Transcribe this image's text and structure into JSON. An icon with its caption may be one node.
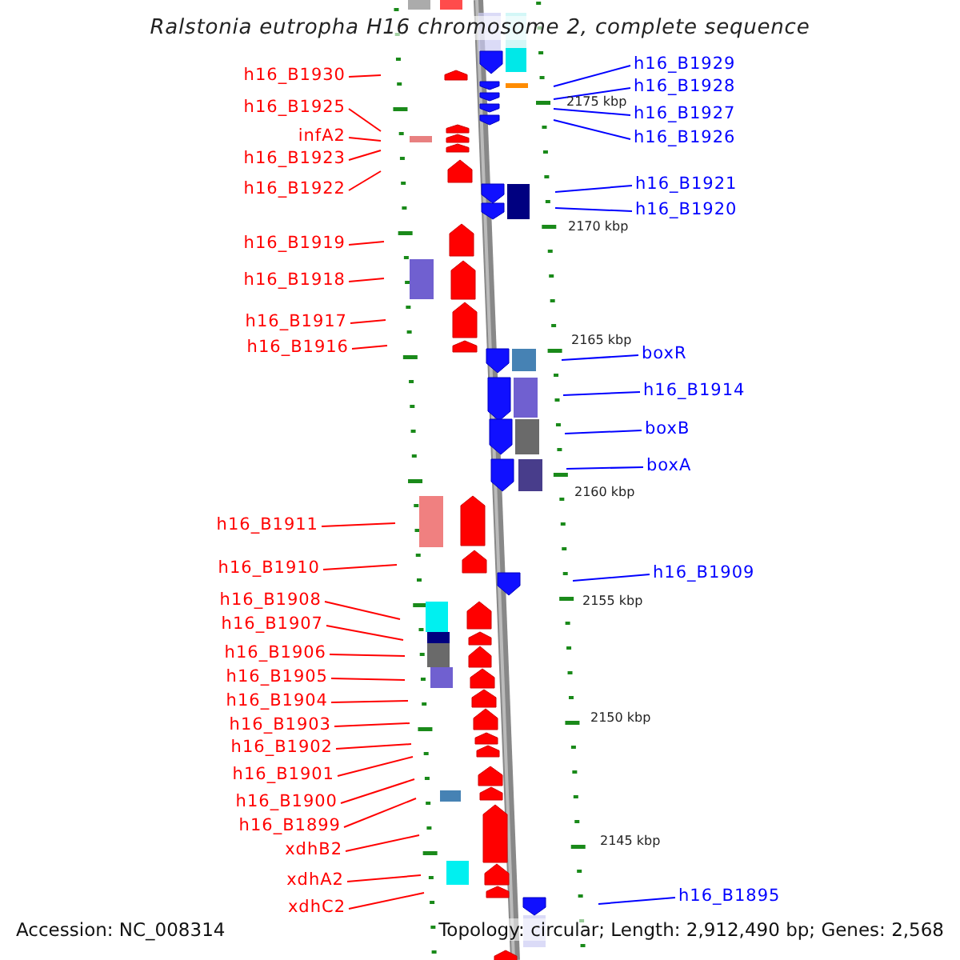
{
  "diagram": {
    "title": "Ralstonia eutropha H16 chromosome 2, complete sequence",
    "nodes": [
      {
        "text": [
          "h16_B1930"
        ]
      },
      {
        "text": [
          "h16_B1925"
        ]
      },
      {
        "text": [
          "infA2"
        ]
      },
      {
        "text": [
          "h16_B1923"
        ]
      },
      {
        "text": [
          "h16_B1922"
        ]
      },
      {
        "text": [
          "h16_B1919"
        ]
      },
      {
        "text": [
          "h16_B1918"
        ]
      },
      {
        "text": [
          "h16_B1917"
        ]
      },
      {
        "text": [
          "h16_B1916"
        ]
      },
      {
        "text": [
          "h16_B1929"
        ]
      },
      {
        "text": [
          "h16_B1928"
        ]
      },
      {
        "text": [
          "h16_B1927"
        ]
      },
      {
        "text": [
          "h16_B1926"
        ]
      },
      {
        "text": [
          "h16_B1921"
        ]
      },
      {
        "text": [
          "h16_B1920"
        ]
      },
      {
        "text": [
          "boxR"
        ]
      },
      {
        "text": [
          "h16_B1914"
        ]
      },
      {
        "text": [
          "boxB"
        ]
      },
      {
        "text": [
          "boxA"
        ]
      },
      {
        "text": [
          "h16_B1911"
        ]
      },
      {
        "text": [
          "h16_B1910"
        ]
      },
      {
        "text": [
          "h16_B1909"
        ]
      },
      {
        "text": [
          "h16_B1908"
        ]
      },
      {
        "text": [
          "h16_B1907"
        ]
      },
      {
        "text": [
          "h16_B1906"
        ]
      },
      {
        "text": [
          "h16_B1905"
        ]
      },
      {
        "text": [
          "h16_B1904"
        ]
      },
      {
        "text": [
          "h16_B1903"
        ]
      },
      {
        "text": [
          "h16_B1902"
        ]
      },
      {
        "text": [
          "h16_B1901"
        ]
      },
      {
        "text": [
          "h16_B1900"
        ]
      },
      {
        "text": [
          "h16_B1899"
        ]
      },
      {
        "text": [
          "xdhB2"
        ]
      },
      {
        "text": [
          "xdhA2"
        ]
      },
      {
        "text": [
          "xdhC2"
        ]
      },
      {
        "text": [
          "h16_B1895"
        ]
      }
    ],
    "edges": [
      {
        "from": 0,
        "to": null,
        "arrow": "none"
      },
      {
        "from": 1,
        "to": null,
        "arrow": "none"
      },
      {
        "from": 2,
        "to": null,
        "arrow": "none"
      },
      {
        "from": 3,
        "to": null,
        "arrow": "none"
      },
      {
        "from": 4,
        "to": null,
        "arrow": "none"
      },
      {
        "from": 5,
        "to": null,
        "arrow": "none"
      },
      {
        "from": 6,
        "to": null,
        "arrow": "none"
      },
      {
        "from": 7,
        "to": null,
        "arrow": "none"
      },
      {
        "from": 8,
        "to": null,
        "arrow": "none"
      },
      {
        "from": 9,
        "to": null,
        "arrow": "none",
        "color": "#0000ff"
      },
      {
        "from": 10,
        "to": null,
        "arrow": "none",
        "color": "#0000ff"
      },
      {
        "from": 11,
        "to": null,
        "arrow": "none",
        "color": "#0000ff"
      },
      {
        "from": 12,
        "to": null,
        "arrow": "none",
        "color": "#0000ff"
      },
      {
        "from": 13,
        "to": null,
        "arrow": "none",
        "color": "#0000ff"
      },
      {
        "from": 14,
        "to": null,
        "arrow": "none",
        "color": "#0000ff"
      },
      {
        "from": 15,
        "to": null,
        "arrow": "none",
        "color": "#0000ff"
      },
      {
        "from": 16,
        "to": null,
        "arrow": "none",
        "color": "#0000ff"
      },
      {
        "from": 17,
        "to": null,
        "arrow": "none",
        "color": "#0000ff"
      },
      {
        "from": 18,
        "to": null,
        "arrow": "none",
        "color": "#0000ff"
      },
      {
        "from": 19,
        "to": null,
        "arrow": "none"
      },
      {
        "from": 20,
        "to": null,
        "arrow": "none"
      },
      {
        "from": 21,
        "to": null,
        "arrow": "none",
        "color": "#0000ff"
      },
      {
        "from": 22,
        "to": null,
        "arrow": "none"
      },
      {
        "from": 23,
        "to": null,
        "arrow": "none"
      },
      {
        "from": 24,
        "to": null,
        "arrow": "none"
      },
      {
        "from": 25,
        "to": null,
        "arrow": "none"
      },
      {
        "from": 26,
        "to": null,
        "arrow": "none"
      },
      {
        "from": 27,
        "to": null,
        "arrow": "none"
      },
      {
        "from": 28,
        "to": null,
        "arrow": "none"
      },
      {
        "from": 29,
        "to": null,
        "arrow": "none"
      },
      {
        "from": 30,
        "to": null,
        "arrow": "none"
      },
      {
        "from": 31,
        "to": null,
        "arrow": "none"
      },
      {
        "from": 32,
        "to": null,
        "arrow": "none"
      },
      {
        "from": 33,
        "to": null,
        "arrow": "none"
      },
      {
        "from": 34,
        "to": null,
        "arrow": "none"
      },
      {
        "from": 35,
        "to": null,
        "arrow": "none",
        "color": "#0000ff"
      }
    ],
    "labels": [
      "2175 kbp",
      "2170 kbp",
      "2165 kbp",
      "2160 kbp",
      "2155 kbp",
      "2150 kbp",
      "2145 kbp",
      "Accession: NC_008314",
      "Topology: circular; Length: 2,912,490 bp; Genes: 2,568"
    ]
  }
}
